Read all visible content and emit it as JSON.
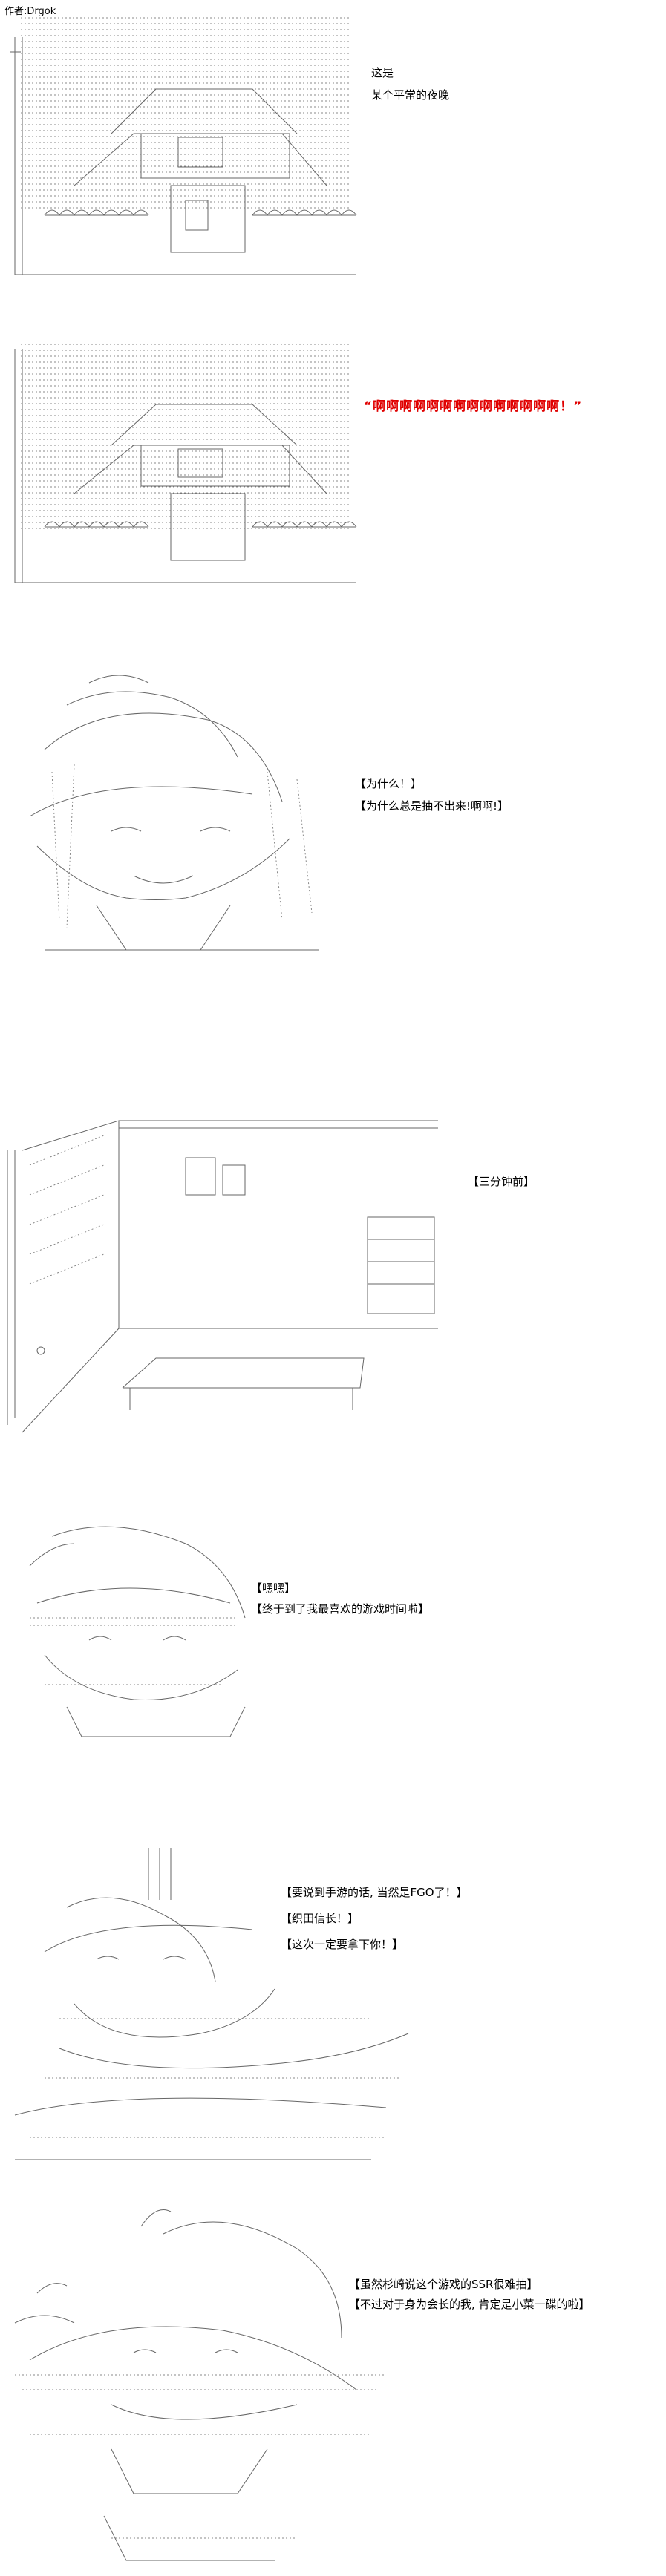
{
  "author": "作者:Drgok",
  "panels": [
    {
      "id": "panel-1",
      "lines": [
        "这是",
        "某个平常的夜晚"
      ]
    },
    {
      "id": "panel-2",
      "lines": [
        "“啊啊啊啊啊啊啊啊啊啊啊啊啊啊！”"
      ]
    },
    {
      "id": "panel-3",
      "lines": [
        "【为什么！】",
        "【为什么总是抽不出来!啊啊!】"
      ]
    },
    {
      "id": "panel-4",
      "lines": [
        "【三分钟前】"
      ]
    },
    {
      "id": "panel-5",
      "lines": [
        "【嘿嘿】",
        "【终于到了我最喜欢的游戏时间啦】"
      ]
    },
    {
      "id": "panel-6",
      "lines": [
        "【要说到手游的话, 当然是FGO了！】",
        "【织田信长！】",
        "【这次一定要拿下你！】"
      ]
    },
    {
      "id": "panel-7",
      "lines": [
        "【虽然杉崎说这个游戏的SSR很难抽】",
        "【不过对于身为会长的我, 肯定是小菜一碟的啦】"
      ]
    }
  ]
}
